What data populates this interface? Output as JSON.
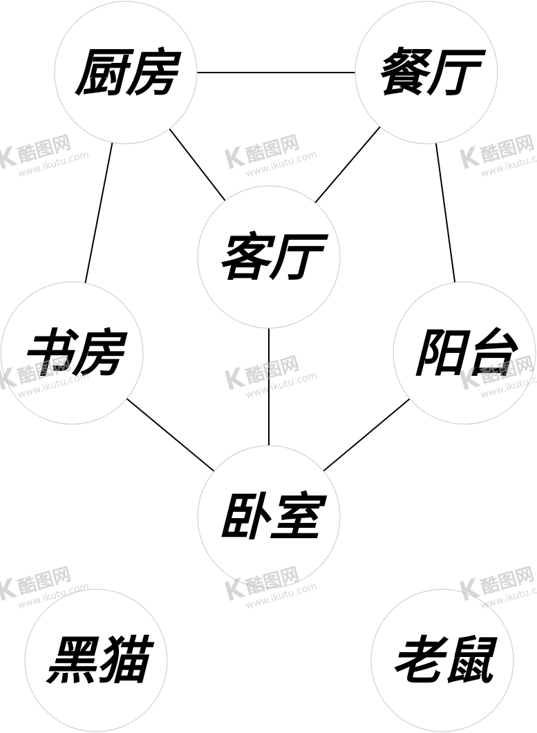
{
  "nodes": [
    {
      "id": "kitchen",
      "label": "厨房"
    },
    {
      "id": "dining",
      "label": "餐厅"
    },
    {
      "id": "living",
      "label": "客厅"
    },
    {
      "id": "study",
      "label": "书房"
    },
    {
      "id": "balcony",
      "label": "阳台"
    },
    {
      "id": "bedroom",
      "label": "卧室"
    },
    {
      "id": "black-cat",
      "label": "黑猫"
    },
    {
      "id": "mouse",
      "label": "老鼠"
    }
  ],
  "edges": [
    [
      "kitchen",
      "dining"
    ],
    [
      "kitchen",
      "living"
    ],
    [
      "kitchen",
      "study"
    ],
    [
      "dining",
      "living"
    ],
    [
      "dining",
      "balcony"
    ],
    [
      "living",
      "bedroom"
    ],
    [
      "study",
      "bedroom"
    ],
    [
      "balcony",
      "bedroom"
    ]
  ],
  "watermark": {
    "text": "酷图网",
    "url": "www.ikutu.com"
  },
  "colors": {
    "background": "#ffffff",
    "circle_stroke": "#c8c8c8",
    "edge": "#000000",
    "label": "#000000",
    "watermark": "#b4b4b4"
  }
}
